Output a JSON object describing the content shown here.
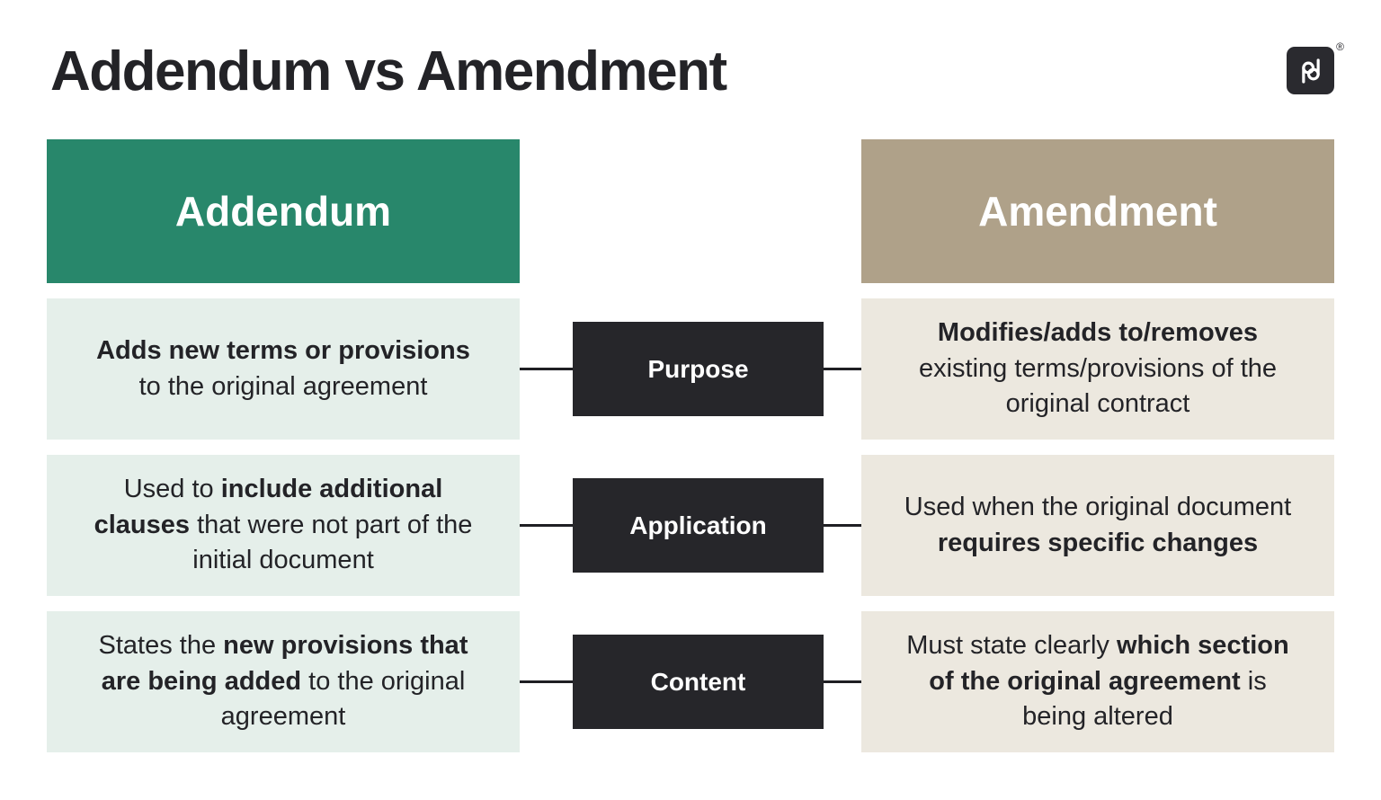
{
  "title": "Addendum vs Amendment",
  "logo": {
    "icon": "pandadoc-pd-mark-icon",
    "trademark": "®"
  },
  "colors": {
    "background": "#ffffff",
    "text": "#232327",
    "addendum_header": "#28876b",
    "amendment_header": "#afa189",
    "addendum_cell": "#e5efea",
    "amendment_cell": "#ece8df",
    "label_box": "#26262a",
    "connector": "#1f1f23"
  },
  "columns": {
    "left": "Addendum",
    "right": "Amendment"
  },
  "rows": [
    {
      "label": "Purpose",
      "addendum": {
        "pre": "",
        "bold": "Adds new terms or provisions",
        "post": " to the original agreement"
      },
      "amendment": {
        "pre": "",
        "bold": "Modifies/adds to/removes",
        "post": " existing terms/provisions of the original contract"
      }
    },
    {
      "label": "Application",
      "addendum": {
        "pre": "Used to ",
        "bold": "include additional clauses",
        "post": " that were not part of the initial document"
      },
      "amendment": {
        "pre": "Used when the original document ",
        "bold": "requires specific changes",
        "post": ""
      }
    },
    {
      "label": "Content",
      "addendum": {
        "pre": "States the ",
        "bold": "new provisions that are being added",
        "post": " to the original agreement"
      },
      "amendment": {
        "pre": "Must state clearly ",
        "bold": "which section of the original agreement",
        "post": " is being altered"
      }
    }
  ]
}
